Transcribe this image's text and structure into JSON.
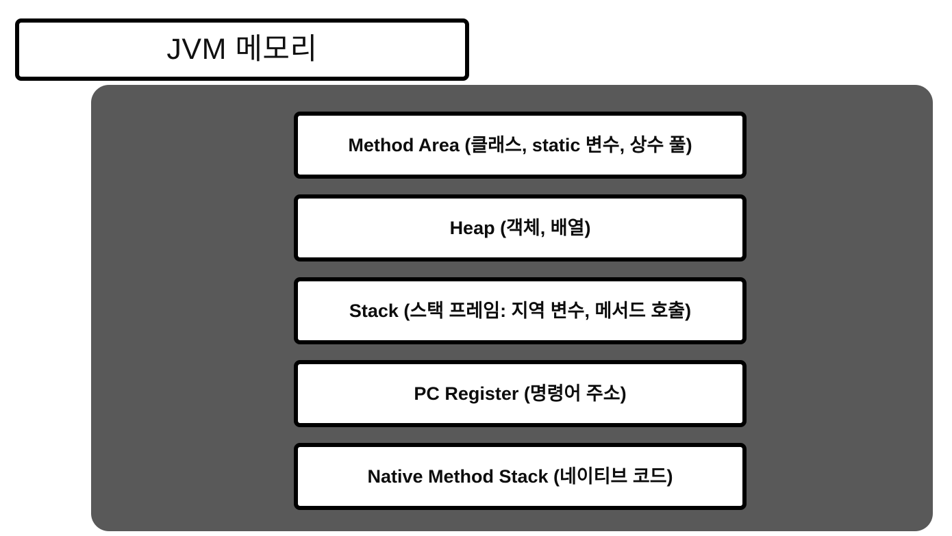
{
  "diagram": {
    "title": "JVM 메모리",
    "panel": {
      "name": "jvm-memory-container",
      "fill_color": "#595959"
    },
    "box_style": {
      "fill_color": "#FFFFFF",
      "border_color": "#000000",
      "text_color": "#0D0D0D"
    },
    "regions": [
      {
        "label": "Method Area (클래스, static 변수, 상수 풀)"
      },
      {
        "label": "Heap (객체, 배열)"
      },
      {
        "label": "Stack (스택 프레임: 지역 변수, 메서드 호출)"
      },
      {
        "label": "PC Register (명령어 주소)"
      },
      {
        "label": "Native Method Stack (네이티브 코드)"
      }
    ]
  }
}
